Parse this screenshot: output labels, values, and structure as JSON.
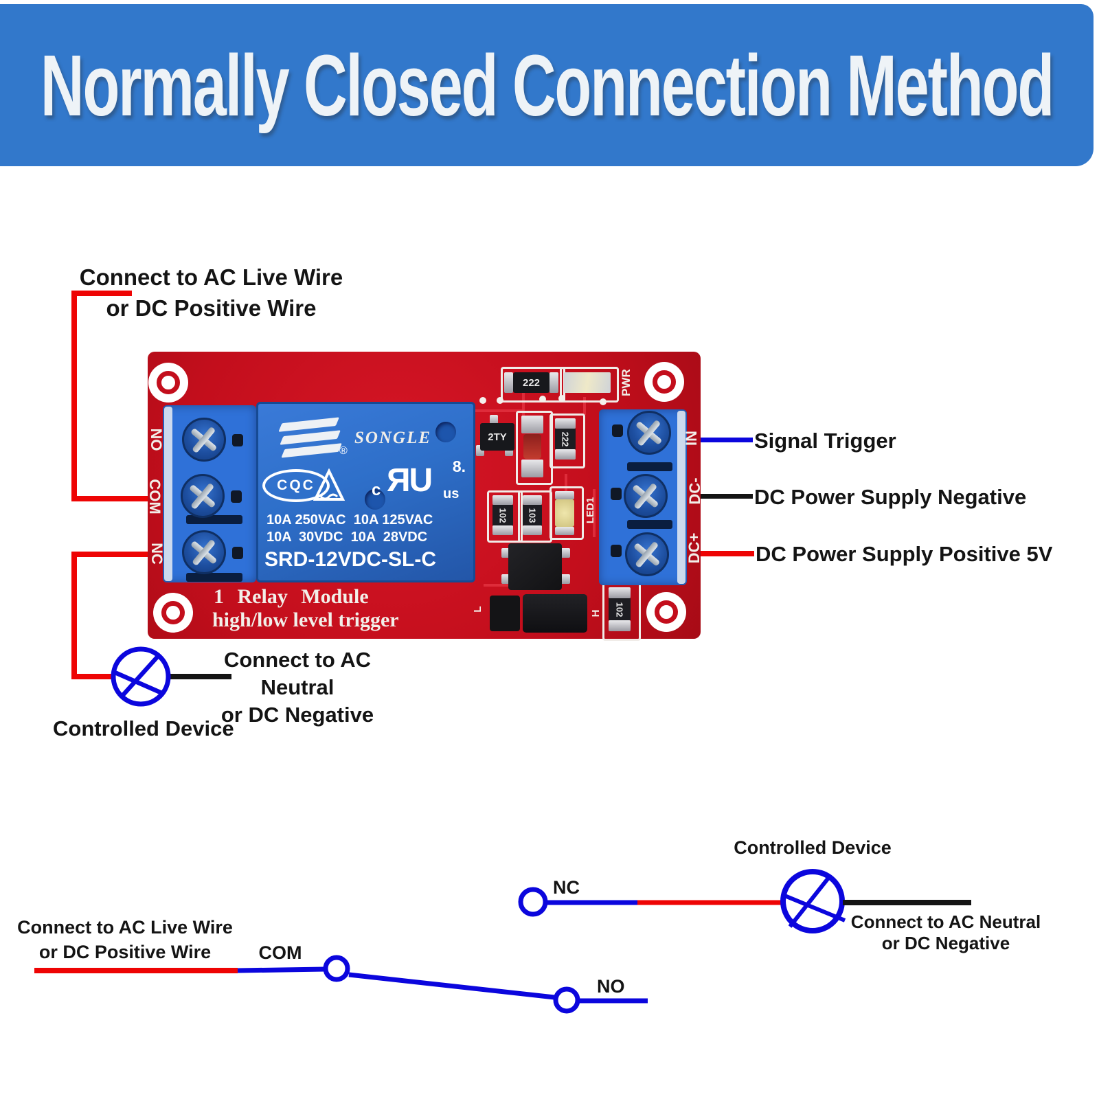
{
  "colors": {
    "banner_blue": "#3278cb",
    "board_red": "#c9101f",
    "terminal_blue": "#2f71d8",
    "relay_blue": "#2e6fc9",
    "wire_red": "#ee0404",
    "wire_blue": "#0b06dd",
    "wire_black": "#141414",
    "silk": "#f2efe9",
    "txt": "#141414"
  },
  "header": {
    "title": "Normally Closed Connection Method"
  },
  "upper": {
    "live1": "Connect to AC Live Wire",
    "live2": "or DC Positive Wire",
    "signal": "Signal Trigger",
    "dc_neg": "DC Power Supply Negative",
    "dc_pos": "DC Power Supply Positive 5V",
    "neutral1": "Connect to AC Neutral",
    "neutral2": "or DC Negative",
    "controlled": "Controlled Device"
  },
  "module": {
    "left_terminals": [
      "NO",
      "COM",
      "NC"
    ],
    "right_terminals": [
      "IN",
      "DC-",
      "DC+"
    ],
    "pwr": "PWR",
    "led1": "LED1",
    "jumper_l": "L",
    "jumper_h": "H",
    "silk1": "1 Relay  Module",
    "silk2": "high/low level trigger",
    "marks": {
      "r_top": "222",
      "r_222v": "222",
      "r_102": "102",
      "r_103": "103",
      "r_102br": "102",
      "q1": "2TY"
    },
    "relay": {
      "brand": "SONGLE",
      "reg": "®",
      "cqc": "CQC",
      "ul_num": "8.",
      "ul_c": "c",
      "ul_ru": "ЯU",
      "ul_us": "us",
      "rating1": "10A 250VAC  10A 125VAC",
      "rating2": "10A  30VDC  10A  28VDC",
      "model": "SRD-12VDC-SL-C"
    }
  },
  "schematic": {
    "com": "COM",
    "nc": "NC",
    "no": "NO",
    "controlled": "Controlled Device",
    "live1": "Connect to AC Live Wire",
    "live2": "or DC Positive Wire",
    "neutral1": "Connect to AC Neutral",
    "neutral2": "or DC Negative"
  }
}
